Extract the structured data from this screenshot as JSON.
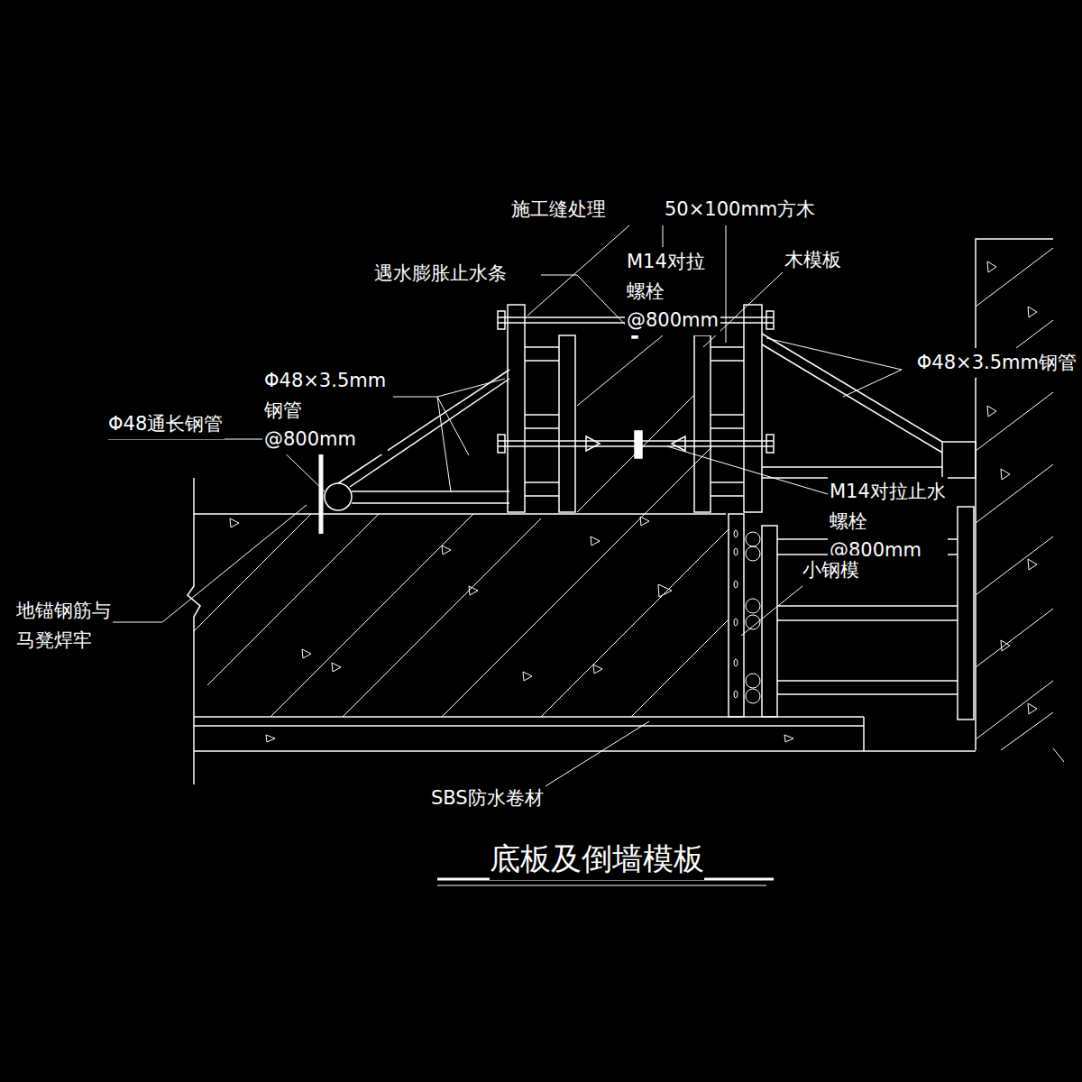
{
  "diagram": {
    "title": "底板及倒墙模板",
    "labels": [
      "施工缝处理",
      "50×100mm方木",
      "遇水膨胀止水条",
      "M14对拉 螺栓@800mm",
      "木模板",
      "Φ48×3.5mm 钢管@800mm",
      "Φ48×3.5mm钢管",
      "Φ48通长钢管",
      "M14对拉止水 螺栓@800mm",
      "小钢模",
      "地锚钢筋与 马凳焊牢",
      "SBS防水卷材"
    ]
  }
}
